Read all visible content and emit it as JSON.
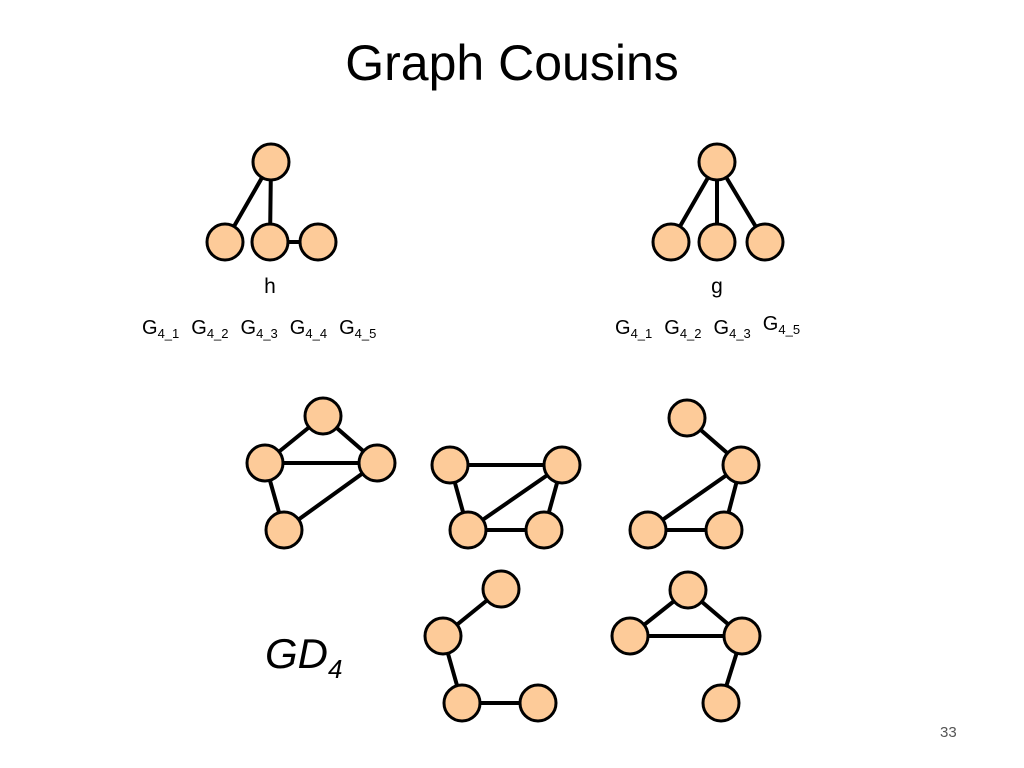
{
  "title": "Graph Cousins",
  "page_number": "33",
  "colors": {
    "node_fill": "#FDCB99",
    "node_stroke": "#000000",
    "edge": "#000000"
  },
  "graph_h": {
    "label": "h",
    "cousins": [
      {
        "base": "G",
        "sub": "4_1"
      },
      {
        "base": "G",
        "sub": "4_2"
      },
      {
        "base": "G",
        "sub": "4_3"
      },
      {
        "base": "G",
        "sub": "4_4"
      },
      {
        "base": "G",
        "sub": "4_5"
      }
    ]
  },
  "graph_g": {
    "label": "g",
    "cousins": [
      {
        "base": "G",
        "sub": "4_1"
      },
      {
        "base": "G",
        "sub": "4_2"
      },
      {
        "base": "G",
        "sub": "4_3"
      },
      {
        "base": "G",
        "sub": "4_5"
      }
    ]
  },
  "gd_label": {
    "base": "GD",
    "sub": "4"
  }
}
